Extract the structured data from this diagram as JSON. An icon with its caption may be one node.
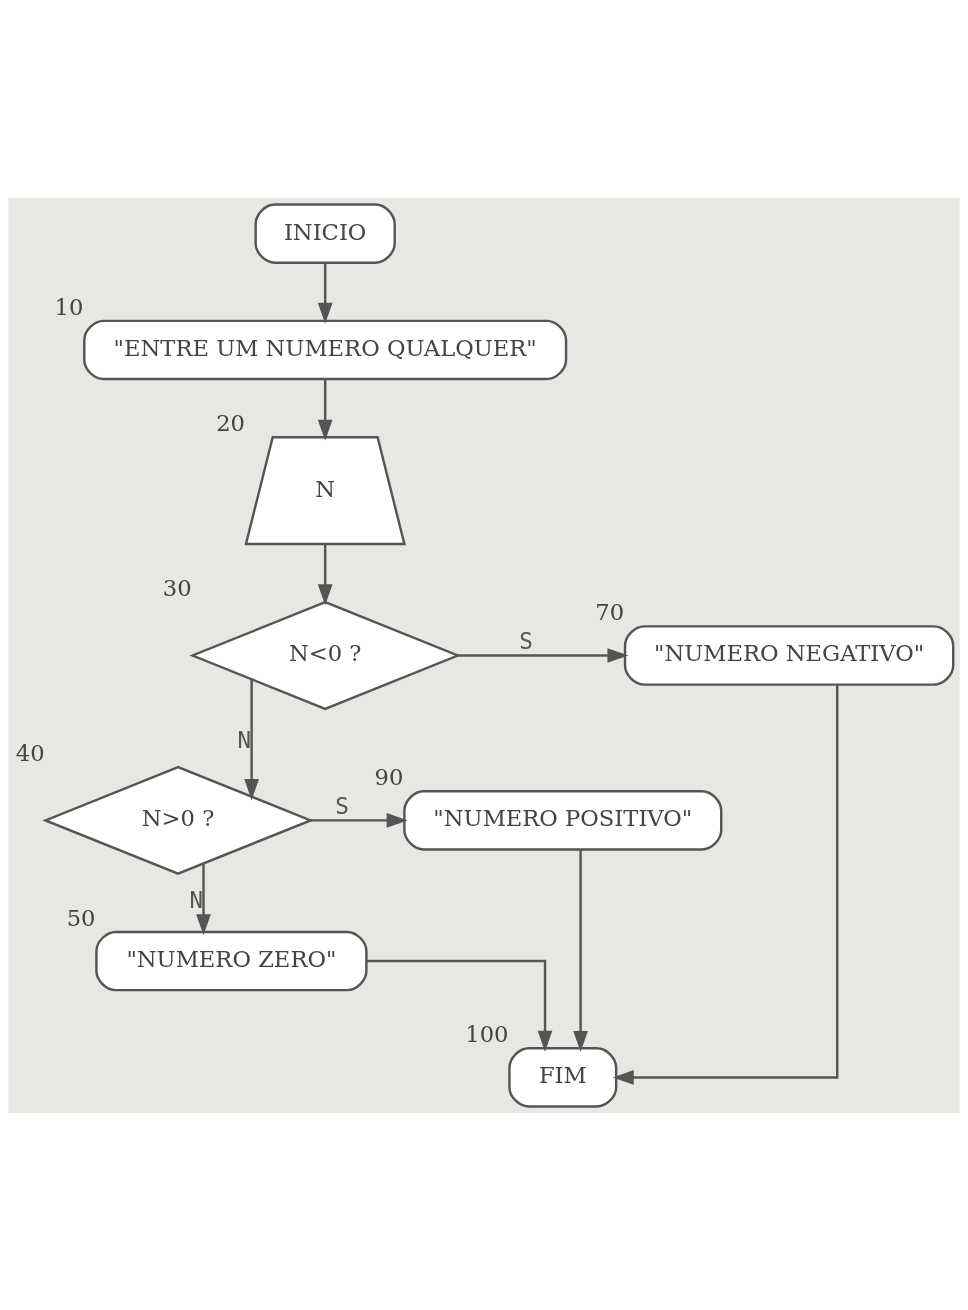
{
  "diagram": {
    "nodes": [
      {
        "text": [
          "INICIO"
        ]
      },
      {
        "text": [
          "\"ENTRE UM NUMERO QUALQUER\""
        ],
        "beside": [
          "10"
        ]
      },
      {
        "text": [
          "N"
        ],
        "beside": [
          "20"
        ]
      },
      {
        "text": [
          "N<0 ?"
        ],
        "beside": [
          "30"
        ]
      },
      {
        "text": [
          "\"NUMERO NEGATIVO\""
        ],
        "beside": [
          "70"
        ]
      },
      {
        "text": [
          "N>0 ?"
        ],
        "beside": [
          "40"
        ]
      },
      {
        "text": [
          "\"NUMERO POSITIVO\""
        ],
        "beside": [
          "90"
        ]
      },
      {
        "text": [
          "\"NUMERO ZERO\""
        ],
        "beside": [
          "50"
        ]
      },
      {
        "text": [
          "FIM"
        ],
        "beside": [
          "100"
        ]
      }
    ],
    "edges": [
      {
        "from": 0,
        "to": 1,
        "arrow": "to"
      },
      {
        "from": 1,
        "to": 2,
        "arrow": "to"
      },
      {
        "from": 2,
        "to": 3,
        "arrow": "to"
      },
      {
        "from": 3,
        "to": 4,
        "arrow": "to",
        "label": "S"
      },
      {
        "from": 3,
        "to": 5,
        "arrow": "to",
        "label": "N"
      },
      {
        "from": 5,
        "to": 6,
        "arrow": "to",
        "label": "S"
      },
      {
        "from": 5,
        "to": 7,
        "arrow": "to",
        "label": "N"
      },
      {
        "from": 7,
        "to": 8,
        "arrow": "to"
      },
      {
        "from": 4,
        "to": 8,
        "arrow": "to"
      },
      {
        "from": 6,
        "to": 8,
        "arrow": "to"
      }
    ]
  }
}
